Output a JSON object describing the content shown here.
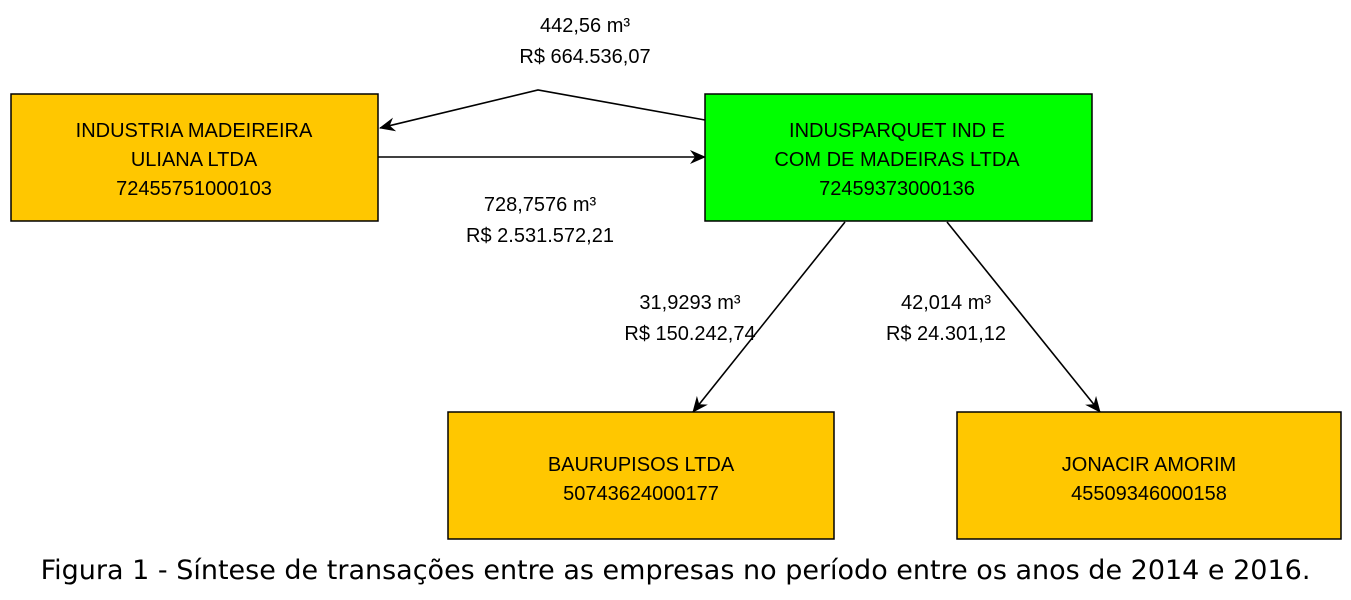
{
  "colors": {
    "node_default": "#ffc700",
    "node_highlight": "#00ff00",
    "stroke": "#000000"
  },
  "nodes": [
    {
      "id": "uliana",
      "lines": [
        "INDUSTRIA MADEIREIRA",
        "ULIANA LTDA",
        "72455751000103"
      ],
      "color": "#ffc700"
    },
    {
      "id": "indusparquet",
      "lines": [
        "INDUSPARQUET IND E",
        "COM DE MADEIRAS LTDA",
        "72459373000136"
      ],
      "color": "#00ff00"
    },
    {
      "id": "baurupisos",
      "lines": [
        "BAURUPISOS LTDA",
        "50743624000177"
      ],
      "color": "#ffc700"
    },
    {
      "id": "jonacir",
      "lines": [
        "JONACIR AMORIM",
        "45509346000158"
      ],
      "color": "#ffc700"
    }
  ],
  "edges": [
    {
      "from": "indusparquet",
      "to": "uliana",
      "volume": "442,56 m³",
      "value": "R$ 664.536,07"
    },
    {
      "from": "uliana",
      "to": "indusparquet",
      "volume": "728,7576 m³",
      "value": "R$ 2.531.572,21"
    },
    {
      "from": "indusparquet",
      "to": "baurupisos",
      "volume": "31,9293 m³",
      "value": "R$ 150.242,74"
    },
    {
      "from": "indusparquet",
      "to": "jonacir",
      "volume": "42,014 m³",
      "value": "R$ 24.301,12"
    }
  ],
  "caption": "Figura 1 - Síntese de transações entre as empresas no período entre os anos de 2014 e 2016."
}
